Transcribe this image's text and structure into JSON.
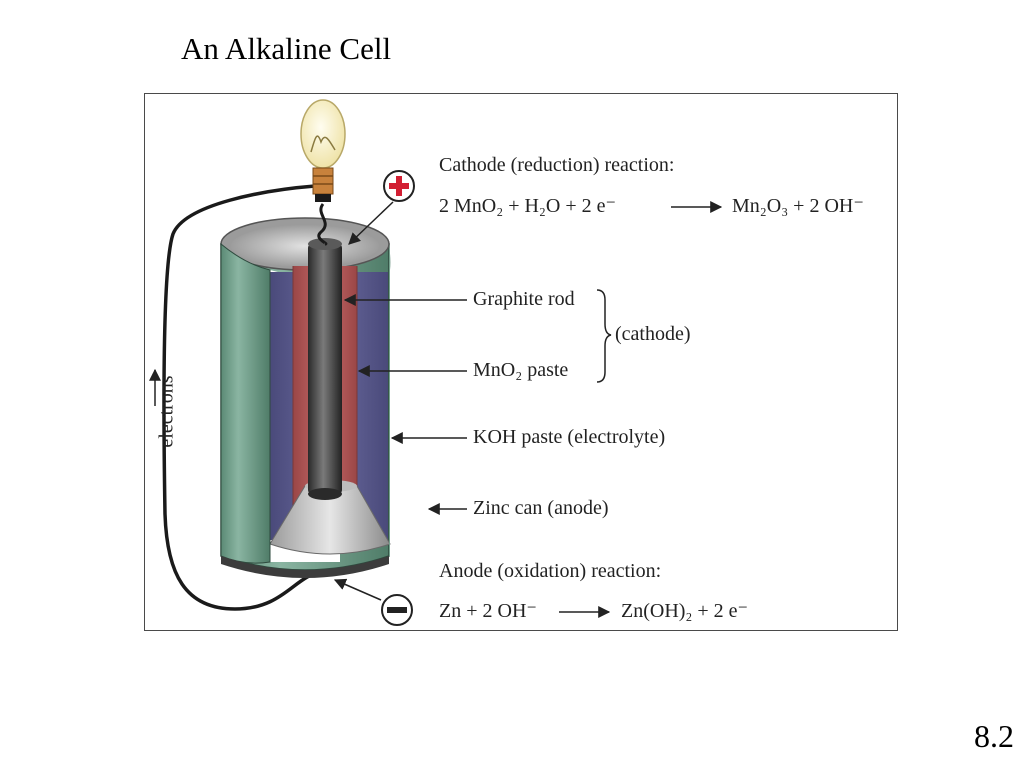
{
  "slide": {
    "title": "An Alkaline Cell",
    "number": "8.2"
  },
  "diagram": {
    "cathode_heading": "Cathode (reduction) reaction:",
    "cathode_equation": {
      "left": "2 MnO₂ + H₂O + 2 e⁻",
      "right": "Mn₂O₃ + 2 OH⁻"
    },
    "labels": {
      "graphite_rod": "Graphite rod",
      "mno2_paste": "MnO₂ paste",
      "cathode_group": "(cathode)",
      "koh_paste": "KOH paste (electrolyte)",
      "zinc_can": "Zinc can (anode)",
      "electrons": "electrons"
    },
    "anode_heading": "Anode (oxidation) reaction:",
    "anode_equation": {
      "left": "Zn + 2 OH⁻",
      "right": "Zn(OH)₂ + 2 e⁻"
    },
    "terminals": {
      "positive": "+",
      "negative": "−"
    },
    "colors": {
      "zinc_can": "#6e9a86",
      "koh_paste": "#5a5a8c",
      "mno2_paste": "#b45a5a",
      "graphite_rod": "#3a3a3a",
      "positive_terminal": "#d21e32",
      "bulb": "#f6f0c8",
      "bulb_base": "#c8823c"
    }
  }
}
